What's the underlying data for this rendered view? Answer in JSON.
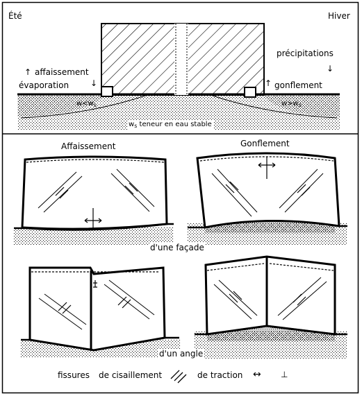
{
  "top": {
    "season_left": "Été",
    "season_right": "Hiver",
    "left_arrow_up": "↑",
    "left_label_1": "affaissement",
    "left_label_2": "évaporation",
    "left_arrow_down": "↓",
    "right_label_1": "précipitations",
    "right_arrow_down": "↓",
    "right_arrow_up": "↑",
    "right_label_2": "gonflement",
    "soil_left": "w<w",
    "soil_left_sub": "s",
    "soil_right": "w>w",
    "soil_right_sub": "s",
    "stable_w": "w",
    "stable_sub": "s",
    "stable_text": "teneur en eau stable"
  },
  "facade": {
    "title_left": "Affaissement",
    "title_right": "Gonflement",
    "caption": "d'une façade"
  },
  "angle": {
    "caption": "d'un angle"
  },
  "legend": {
    "fissures": "fissures",
    "cisaillement": "de cisaillement",
    "traction": "de traction",
    "traction_symbol": "↔",
    "vertical_symbol": "⊥"
  }
}
